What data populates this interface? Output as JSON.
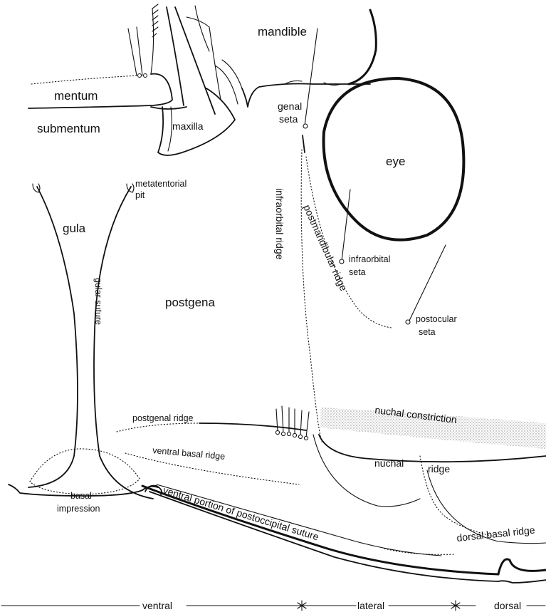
{
  "labels": {
    "mandible": "mandible",
    "mentum": "mentum",
    "submentum": "submentum",
    "maxilla": "maxilla",
    "genal_seta_1": "genal",
    "genal_seta_2": "seta",
    "eye": "eye",
    "metatentorial_pit_1": "metatentorial",
    "metatentorial_pit_2": "pit",
    "gula": "gula",
    "gular_suture": "gular suture",
    "postgena": "postgena",
    "infraorbital_ridge": "infraorbital ridge",
    "postmandibular_ridge": "postmandibular ridge",
    "infraorbital_seta_1": "infraorbital",
    "infraorbital_seta_2": "seta",
    "postocular_seta_1": "postocular",
    "postocular_seta_2": "seta",
    "nuchal_constriction": "nuchal constriction",
    "postgenal_ridge": "postgenal ridge",
    "ventral_basal_ridge": "ventral basal ridge",
    "nuchal": "nuchal",
    "ridge": "ridge",
    "basal_impression_1": "basal",
    "basal_impression_2": "impression",
    "ventral_postoccipital_suture": "ventral portion of postoccipital suture",
    "dorsal_basal_ridge": "dorsal basal ridge"
  },
  "regions": {
    "ventral": "ventral",
    "lateral": "lateral",
    "dorsal": "dorsal"
  }
}
